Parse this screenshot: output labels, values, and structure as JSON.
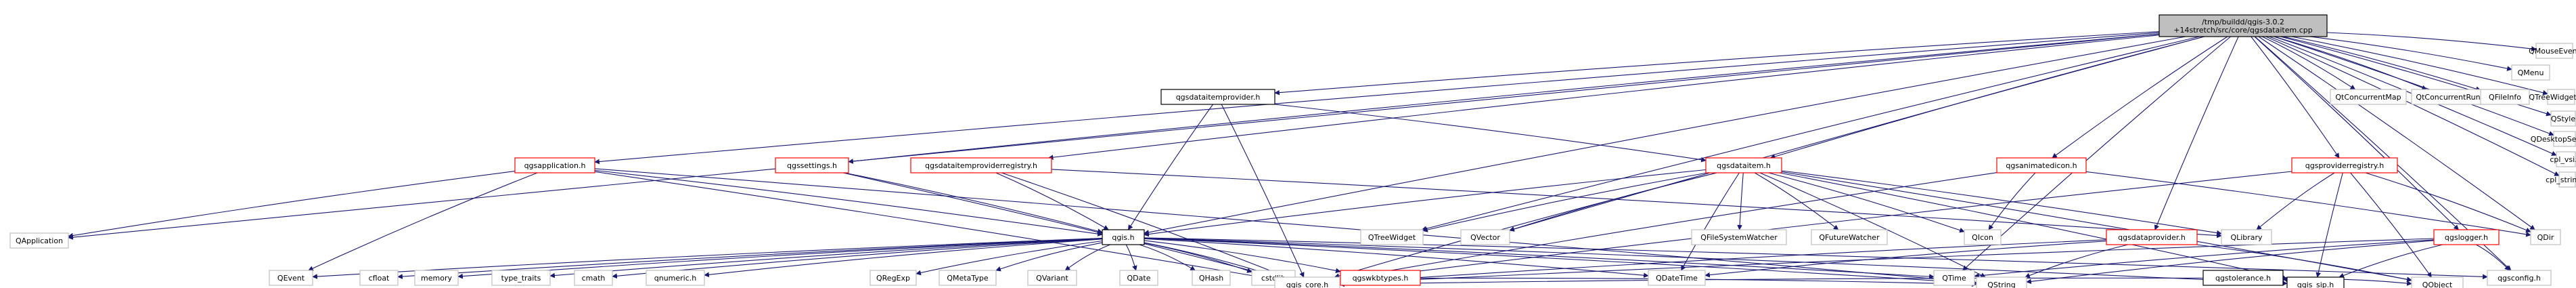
{
  "graph": {
    "title_line1": "/tmp/buildd/qgis-3.0.2",
    "title_line2": "+14stretch/src/core/qgsdataitem.cpp",
    "colors": {
      "edge": "#191970",
      "root_fill": "#bfbfbf",
      "header_border": "#ff0000",
      "external_border": "#bfbfbf",
      "internal_border": "#000000"
    },
    "nodes": [
      {
        "id": "root",
        "label": "/tmp/buildd/qgis-3.0.2\n+14stretch/src/core/qgsdataitem.cpp",
        "kind": "root"
      },
      {
        "id": "qapplication",
        "label": "QApplication",
        "kind": "external"
      },
      {
        "id": "qgsapplication_h",
        "label": "qgsapplication.h",
        "kind": "header"
      },
      {
        "id": "qgssettings_h",
        "label": "qgssettings.h",
        "kind": "header"
      },
      {
        "id": "qgsdataitemproviderregistry_h",
        "label": "qgsdataitemproviderregistry.h",
        "kind": "header"
      },
      {
        "id": "qgsdataitemprovider_h",
        "label": "qgsdataitemprovider.h",
        "kind": "internal"
      },
      {
        "id": "qgsdataitem_h",
        "label": "qgsdataitem.h",
        "kind": "header"
      },
      {
        "id": "qgsanimatedicon_h",
        "label": "qgsanimatedicon.h",
        "kind": "header"
      },
      {
        "id": "qgsproviderregistry_h",
        "label": "qgsproviderregistry.h",
        "kind": "header"
      },
      {
        "id": "qconcurrentmap",
        "label": "QtConcurrentMap",
        "kind": "external"
      },
      {
        "id": "qconcurrentrun",
        "label": "QtConcurrentRun",
        "kind": "external"
      },
      {
        "id": "qfileinfo",
        "label": "QFileInfo",
        "kind": "external"
      },
      {
        "id": "qmenu",
        "label": "QMenu",
        "kind": "external"
      },
      {
        "id": "qmouseevent",
        "label": "QMouseEvent",
        "kind": "external"
      },
      {
        "id": "qtreewidgetitem",
        "label": "QTreeWidgetItem",
        "kind": "external"
      },
      {
        "id": "qstyle",
        "label": "QStyle",
        "kind": "external"
      },
      {
        "id": "qdesktopservices",
        "label": "QDesktopServices",
        "kind": "external"
      },
      {
        "id": "cpl_vsi_h",
        "label": "cpl_vsi.h",
        "kind": "external"
      },
      {
        "id": "cpl_string_h",
        "label": "cpl_string.h",
        "kind": "external"
      },
      {
        "id": "qgis_h",
        "label": "qgis.h",
        "kind": "internal"
      },
      {
        "id": "qtreewidget",
        "label": "QTreeWidget",
        "kind": "external"
      },
      {
        "id": "qvector",
        "label": "QVector",
        "kind": "external"
      },
      {
        "id": "qfilesystemwatcher",
        "label": "QFileSystemWatcher",
        "kind": "external"
      },
      {
        "id": "qfuturewatcher",
        "label": "QFutureWatcher",
        "kind": "external"
      },
      {
        "id": "qicon",
        "label": "QIcon",
        "kind": "external"
      },
      {
        "id": "qlibrary",
        "label": "QLibrary",
        "kind": "external"
      },
      {
        "id": "qgsdataprovider_h",
        "label": "qgsdataprovider.h",
        "kind": "header"
      },
      {
        "id": "qgslogger_h",
        "label": "qgslogger.h",
        "kind": "header"
      },
      {
        "id": "qdir",
        "label": "QDir",
        "kind": "external"
      },
      {
        "id": "qevent",
        "label": "QEvent",
        "kind": "external"
      },
      {
        "id": "cfloat",
        "label": "cfloat",
        "kind": "external"
      },
      {
        "id": "memory",
        "label": "memory",
        "kind": "external"
      },
      {
        "id": "type_traits",
        "label": "type_traits",
        "kind": "external"
      },
      {
        "id": "cmath",
        "label": "cmath",
        "kind": "external"
      },
      {
        "id": "qnumeric_h",
        "label": "qnumeric.h",
        "kind": "external"
      },
      {
        "id": "qregexp",
        "label": "QRegExp",
        "kind": "external"
      },
      {
        "id": "qmetatype",
        "label": "QMetaType",
        "kind": "external"
      },
      {
        "id": "qvariant",
        "label": "QVariant",
        "kind": "external"
      },
      {
        "id": "qdate",
        "label": "QDate",
        "kind": "external"
      },
      {
        "id": "qhash",
        "label": "QHash",
        "kind": "external"
      },
      {
        "id": "cstdlib",
        "label": "cstdlib",
        "kind": "external"
      },
      {
        "id": "qgswkbtypes_h",
        "label": "qgswkbtypes.h",
        "kind": "header"
      },
      {
        "id": "qdatetime",
        "label": "QDateTime",
        "kind": "external"
      },
      {
        "id": "qtime",
        "label": "QTime",
        "kind": "external"
      },
      {
        "id": "qgstolerance_h",
        "label": "qgstolerance.h",
        "kind": "internal"
      },
      {
        "id": "qgsconfig_h",
        "label": "qgsconfig.h",
        "kind": "external"
      },
      {
        "id": "qgis_core_h",
        "label": "qgis_core.h",
        "kind": "external"
      },
      {
        "id": "qstring",
        "label": "QString",
        "kind": "external"
      },
      {
        "id": "qgis_sip_h",
        "label": "qgis_sip.h",
        "kind": "internal"
      },
      {
        "id": "qobject",
        "label": "QObject",
        "kind": "external"
      }
    ],
    "edges": [
      [
        "root",
        "qapplication"
      ],
      [
        "root",
        "qgsapplication_h"
      ],
      [
        "root",
        "qgssettings_h"
      ],
      [
        "root",
        "qgsdataitemproviderregistry_h"
      ],
      [
        "root",
        "qgsdataitemprovider_h"
      ],
      [
        "root",
        "qgsdataitem_h"
      ],
      [
        "root",
        "qgsanimatedicon_h"
      ],
      [
        "root",
        "qgsproviderregistry_h"
      ],
      [
        "root",
        "qconcurrentmap"
      ],
      [
        "root",
        "qconcurrentrun"
      ],
      [
        "root",
        "qfileinfo"
      ],
      [
        "root",
        "qmenu"
      ],
      [
        "root",
        "qmouseevent"
      ],
      [
        "root",
        "qtreewidgetitem"
      ],
      [
        "root",
        "qstyle"
      ],
      [
        "root",
        "qdesktopservices"
      ],
      [
        "root",
        "cpl_vsi_h"
      ],
      [
        "root",
        "cpl_string_h"
      ],
      [
        "root",
        "qgis_h"
      ],
      [
        "root",
        "qtreewidget"
      ],
      [
        "root",
        "qvector"
      ],
      [
        "root",
        "qdir"
      ],
      [
        "root",
        "qgsdataprovider_h"
      ],
      [
        "root",
        "qgslogger_h"
      ],
      [
        "root",
        "qgsconfig_h"
      ],
      [
        "root",
        "qtime"
      ],
      [
        "qgsapplication_h",
        "qapplication"
      ],
      [
        "qgsapplication_h",
        "qgis_h"
      ],
      [
        "qgsapplication_h",
        "qevent"
      ],
      [
        "qgsapplication_h",
        "qgis_core_h"
      ],
      [
        "qgsapplication_h",
        "qstring"
      ],
      [
        "qgssettings_h",
        "qgis_h"
      ],
      [
        "qgssettings_h",
        "qgis_core_h"
      ],
      [
        "qgsdataitemproviderregistry_h",
        "qgis_h"
      ],
      [
        "qgsdataitemproviderregistry_h",
        "qgis_core_h"
      ],
      [
        "qgsdataitemproviderregistry_h",
        "qlibrary"
      ],
      [
        "qgsdataitemprovider_h",
        "qgis_h"
      ],
      [
        "qgsdataitemprovider_h",
        "qgsdataitem_h"
      ],
      [
        "qgsdataitemprovider_h",
        "qgis_core_h"
      ],
      [
        "qgsdataitem_h",
        "qgis_h"
      ],
      [
        "qgsdataitem_h",
        "qtreewidget"
      ],
      [
        "qgsdataitem_h",
        "qvector"
      ],
      [
        "qgsdataitem_h",
        "qfilesystemwatcher"
      ],
      [
        "qgsdataitem_h",
        "qfuturewatcher"
      ],
      [
        "qgsdataitem_h",
        "qicon"
      ],
      [
        "qgsdataitem_h",
        "qlibrary"
      ],
      [
        "qgsdataitem_h",
        "qdatetime"
      ],
      [
        "qgsdataitem_h",
        "qgis_core_h"
      ],
      [
        "qgsdataitem_h",
        "qstring"
      ],
      [
        "qgsdataitem_h",
        "qobject"
      ],
      [
        "qgsdataitem_h",
        "qgis_sip_h"
      ],
      [
        "qgsanimatedicon_h",
        "qicon"
      ],
      [
        "qgsanimatedicon_h",
        "qgis_core_h"
      ],
      [
        "qgsanimatedicon_h",
        "qdir"
      ],
      [
        "qgsproviderregistry_h",
        "qlibrary"
      ],
      [
        "qgsproviderregistry_h",
        "qdir"
      ],
      [
        "qgsproviderregistry_h",
        "qgis_core_h"
      ],
      [
        "qgsproviderregistry_h",
        "qgis_sip_h"
      ],
      [
        "qgsproviderregistry_h",
        "qobject"
      ],
      [
        "qgis_h",
        "qevent"
      ],
      [
        "qgis_h",
        "cfloat"
      ],
      [
        "qgis_h",
        "memory"
      ],
      [
        "qgis_h",
        "type_traits"
      ],
      [
        "qgis_h",
        "cmath"
      ],
      [
        "qgis_h",
        "qnumeric_h"
      ],
      [
        "qgis_h",
        "qregexp"
      ],
      [
        "qgis_h",
        "qmetatype"
      ],
      [
        "qgis_h",
        "qvariant"
      ],
      [
        "qgis_h",
        "qdate"
      ],
      [
        "qgis_h",
        "qhash"
      ],
      [
        "qgis_h",
        "cstdlib"
      ],
      [
        "qgis_h",
        "qgswkbtypes_h"
      ],
      [
        "qgis_h",
        "qdatetime"
      ],
      [
        "qgis_h",
        "qtime"
      ],
      [
        "qgis_h",
        "qgsconfig_h"
      ],
      [
        "qgis_h",
        "qgis_core_h"
      ],
      [
        "qgis_h",
        "qstring"
      ],
      [
        "qgis_h",
        "qgis_sip_h"
      ],
      [
        "qgsdataprovider_h",
        "qdatetime"
      ],
      [
        "qgsdataprovider_h",
        "qgis_core_h"
      ],
      [
        "qgsdataprovider_h",
        "qstring"
      ],
      [
        "qgsdataprovider_h",
        "qobject"
      ],
      [
        "qgslogger_h",
        "qtime"
      ],
      [
        "qgslogger_h",
        "qgsconfig_h"
      ],
      [
        "qgslogger_h",
        "qgis_core_h"
      ],
      [
        "qgslogger_h",
        "qstring"
      ],
      [
        "qgslogger_h",
        "qgis_sip_h"
      ],
      [
        "qgswkbtypes_h",
        "qgis_core_h"
      ],
      [
        "qgswkbtypes_h",
        "qstring"
      ],
      [
        "qgstolerance_h",
        "qgis_core_h"
      ],
      [
        "qgstolerance_h",
        "qgis_sip_h"
      ],
      [
        "qgstolerance_h",
        "qobject"
      ]
    ]
  }
}
